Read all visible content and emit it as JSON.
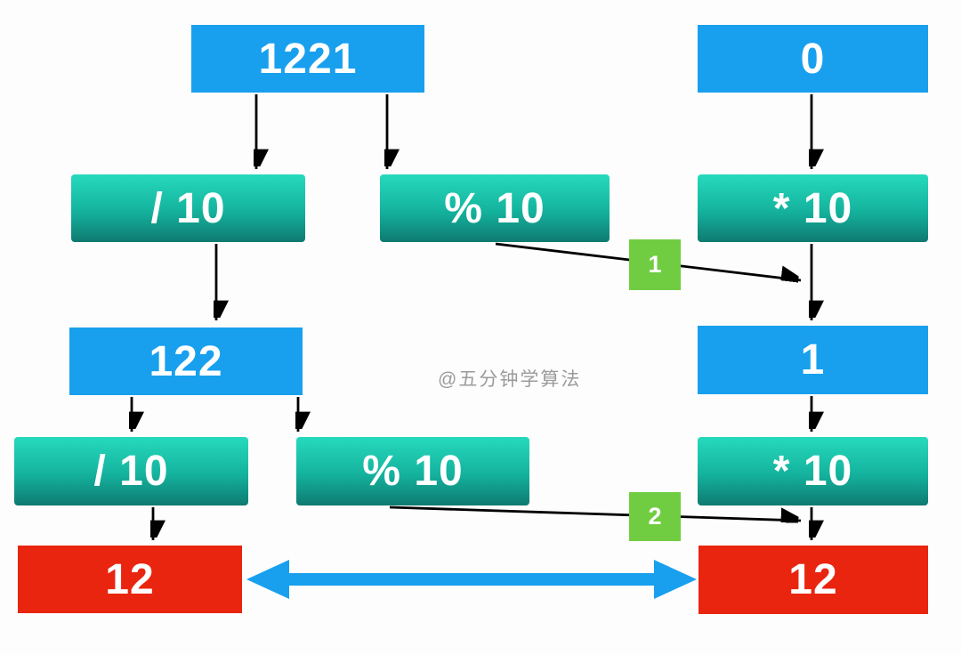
{
  "watermark": "@五分钟学算法",
  "nodes": {
    "n1221": "1221",
    "n0": "0",
    "div1": "/ 10",
    "mod1": "% 10",
    "mul1": "* 10",
    "n122": "122",
    "n1": "1",
    "div2": "/ 10",
    "mod2": "% 10",
    "mul2": "* 10",
    "res_left": "12",
    "res_right": "12"
  },
  "badges": {
    "step1": "1",
    "step2": "2"
  },
  "colors": {
    "value_box_blue": "#18a0ee",
    "operation_teal_top": "#26dabc",
    "operation_teal_bottom": "#0e7a70",
    "result_red": "#e9250f",
    "step_badge_green": "#70cd41",
    "compare_arrow_blue": "#18a0ee",
    "flow_arrow_black": "#000000",
    "watermark_gray": "#9b9b9b"
  }
}
